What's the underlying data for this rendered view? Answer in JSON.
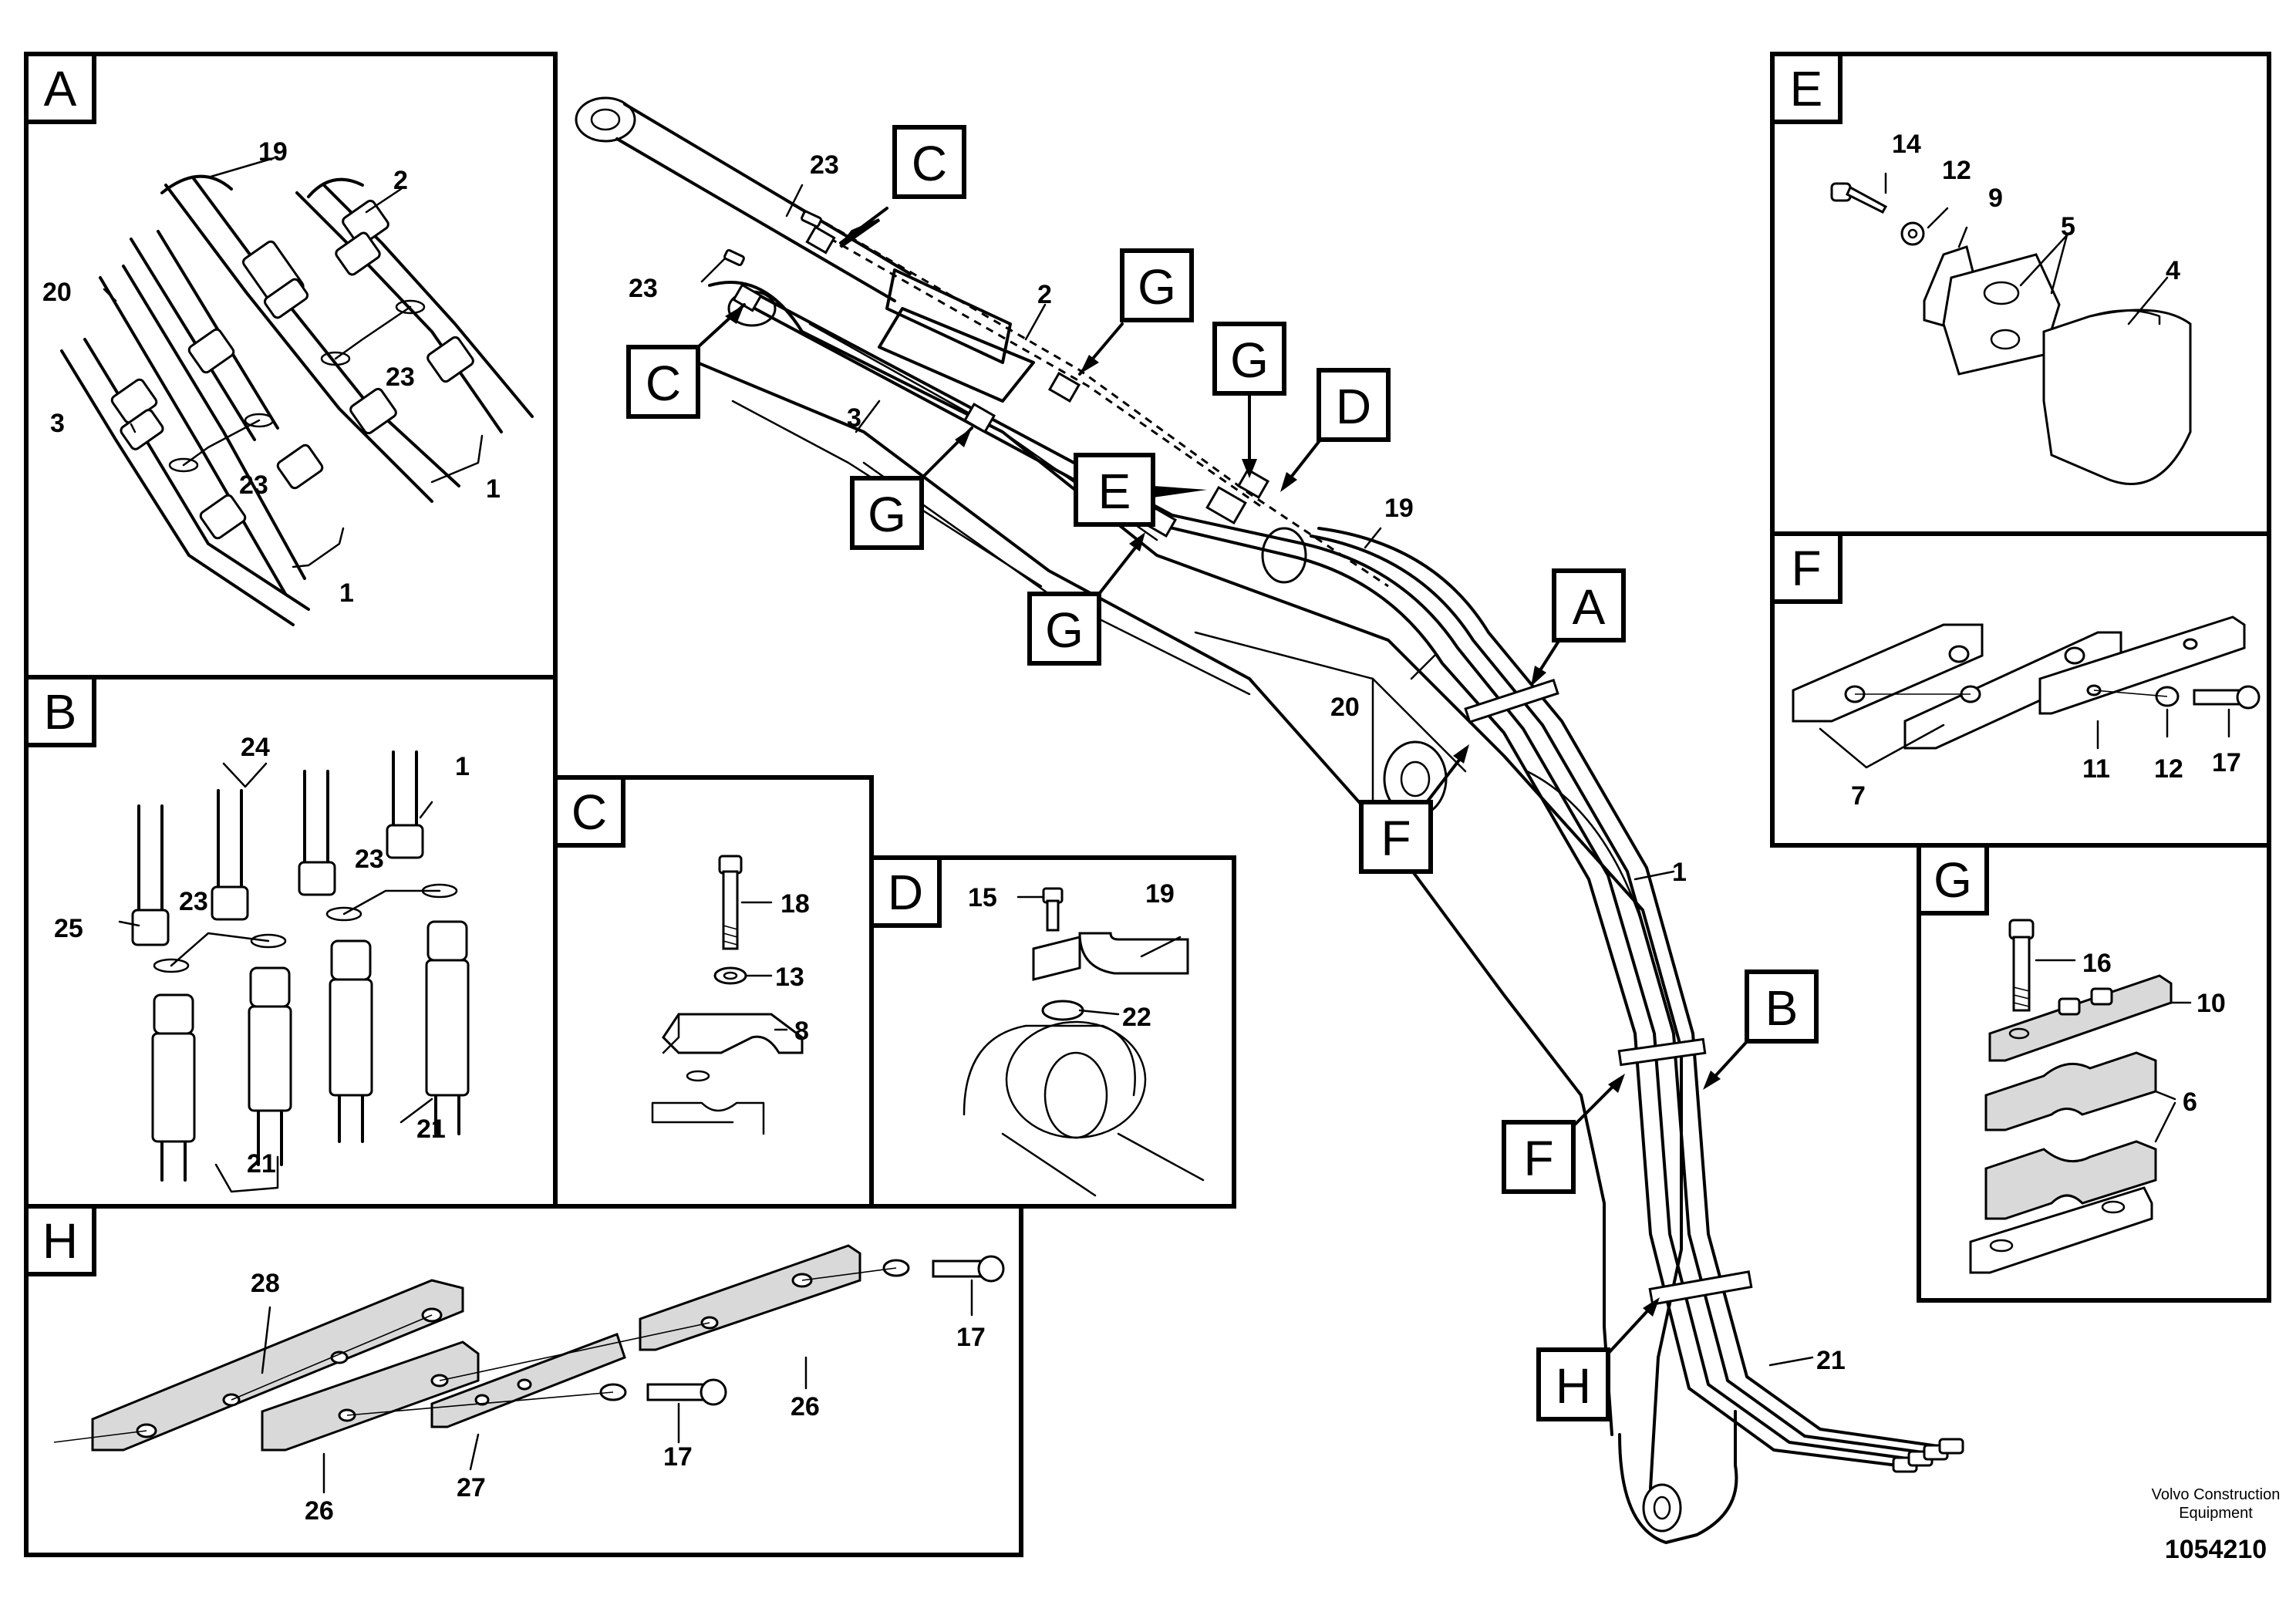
{
  "panels": {
    "A": {
      "tag": "A",
      "labels": {
        "19": "19",
        "2": "2",
        "20": "20",
        "3": "3",
        "23a": "23",
        "23b": "23",
        "1a": "1",
        "1b": "1"
      }
    },
    "B": {
      "tag": "B",
      "labels": {
        "24": "24",
        "1": "1",
        "25": "25",
        "23a": "23",
        "23b": "23",
        "21a": "21",
        "21b": "21"
      }
    },
    "C": {
      "tag": "C",
      "labels": {
        "18": "18",
        "13": "13",
        "8": "8"
      }
    },
    "D": {
      "tag": "D",
      "labels": {
        "15": "15",
        "19": "19",
        "22": "22"
      }
    },
    "E": {
      "tag": "E",
      "labels": {
        "14": "14",
        "12": "12",
        "9": "9",
        "5": "5",
        "4": "4"
      }
    },
    "F": {
      "tag": "F",
      "labels": {
        "7": "7",
        "11": "11",
        "12": "12",
        "17": "17"
      }
    },
    "G": {
      "tag": "G",
      "labels": {
        "16": "16",
        "10": "10",
        "6": "6"
      }
    },
    "H": {
      "tag": "H",
      "labels": {
        "28": "28",
        "26a": "26",
        "26b": "26",
        "17a": "17",
        "17b": "17",
        "27": "27"
      }
    }
  },
  "main": {
    "callouts": {
      "C1": "C",
      "C2": "C",
      "G1": "G",
      "G2": "G",
      "G3": "G",
      "G4": "G",
      "D": "D",
      "E": "E",
      "A": "A",
      "F1": "F",
      "F2": "F",
      "B": "B",
      "H": "H"
    },
    "labels": {
      "23a": "23",
      "23b": "23",
      "2": "2",
      "3": "3",
      "19": "19",
      "20": "20",
      "1": "1",
      "21": "21"
    }
  },
  "footer": {
    "company_line1": "Volvo Construction",
    "company_line2": "Equipment",
    "image_number": "1054210"
  }
}
